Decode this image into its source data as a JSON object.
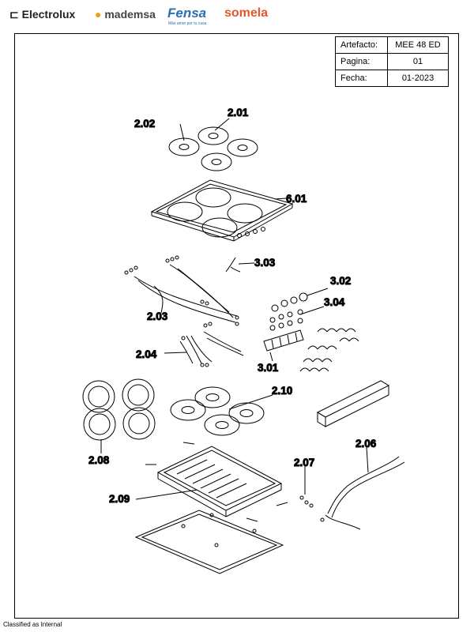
{
  "brands": {
    "electrolux": "Electrolux",
    "mademsa": "mademsa",
    "fensa": "Fensa",
    "fensa_tagline": "Más amor por tu casa",
    "somela": "somela"
  },
  "info_table": [
    {
      "key": "Artefacto:",
      "value": "MEE 48  ED"
    },
    {
      "key": "Pagina:",
      "value": "01"
    },
    {
      "key": "Fecha:",
      "value": "01-2023"
    }
  ],
  "part_labels": {
    "p201": "2.01",
    "p202": "2.02",
    "p601": "6.01",
    "p303": "3.03",
    "p302": "3.02",
    "p304": "3.04",
    "p203": "2.03",
    "p204": "2.04",
    "p301": "3.01",
    "p210": "2.10",
    "p208": "2.08",
    "p206": "2.06",
    "p207": "2.07",
    "p209": "2.09"
  },
  "footer": "Classified as Internal"
}
